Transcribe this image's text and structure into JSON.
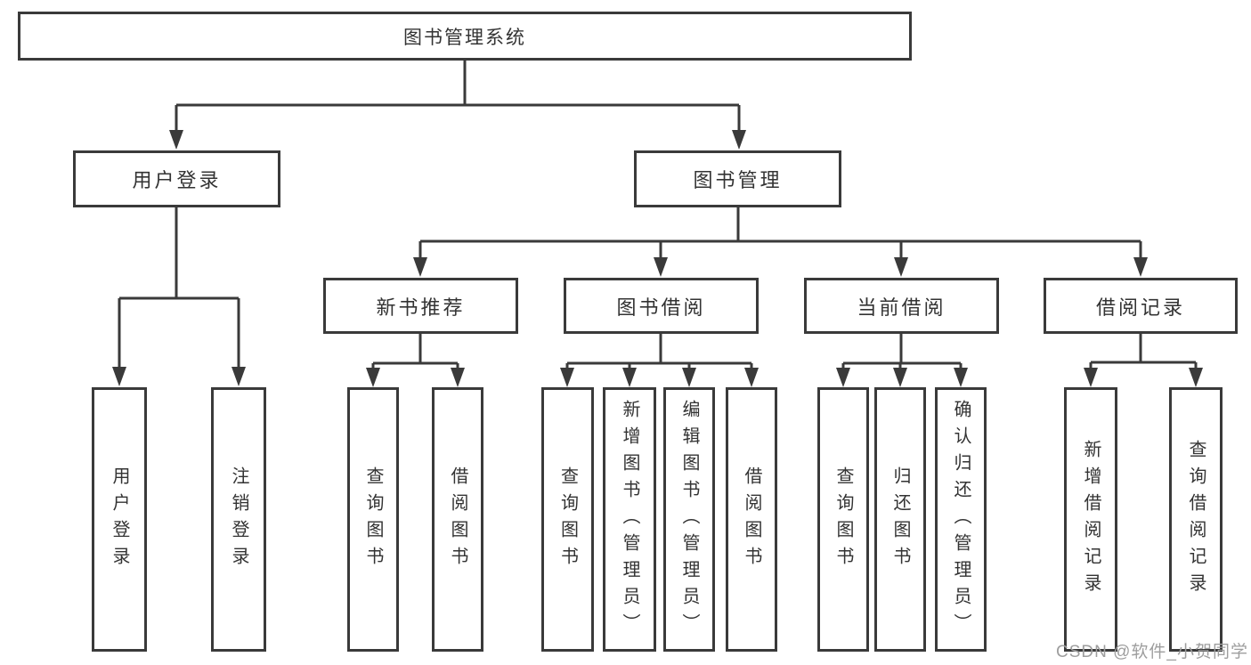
{
  "tree": {
    "root": "图书管理系统",
    "user_login": {
      "label": "用户登录",
      "children": [
        "用户登录",
        "注销登录"
      ]
    },
    "book_mgmt": {
      "label": "图书管理",
      "sections": [
        {
          "label": "新书推荐",
          "children": [
            "查询图书",
            "借阅图书"
          ]
        },
        {
          "label": "图书借阅",
          "children": [
            "查询图书",
            "新增图书（管理员）",
            "编辑图书（管理员）",
            "借阅图书"
          ]
        },
        {
          "label": "当前借阅",
          "children": [
            "查询图书",
            "归还图书",
            "确认归还（管理员）"
          ]
        },
        {
          "label": "借阅记录",
          "children": [
            "新增借阅记录",
            "查询借阅记录"
          ]
        }
      ]
    }
  },
  "watermark": {
    "text": "CSDN @软件_小贺同学"
  },
  "colors": {
    "line": "#3a3a3a",
    "box_border": "#3a3a3a",
    "text": "#333333",
    "watermark": "#9e9e9e",
    "background": "#ffffff"
  }
}
